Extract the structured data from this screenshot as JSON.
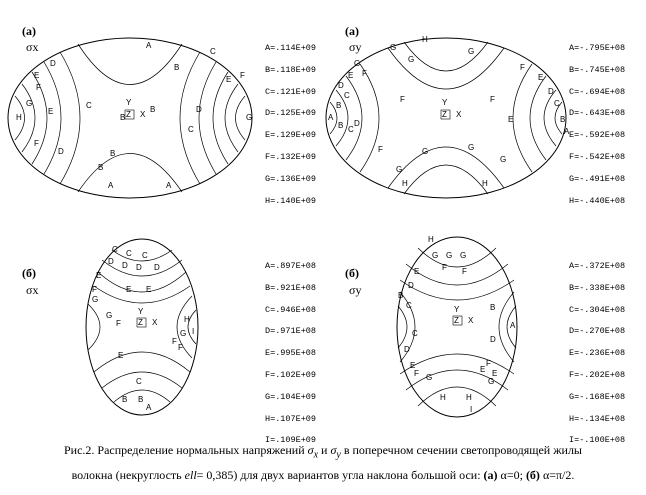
{
  "figure": {
    "panels": [
      {
        "label": "(а)",
        "component": "σx",
        "legend": [
          "A=.114E+09",
          "B=.118E+09",
          "C=.121E+09",
          "D=.125E+09",
          "E=.129E+09",
          "F=.132E+09",
          "G=.136E+09",
          "H=.140E+09"
        ]
      },
      {
        "label": "(а)",
        "component": "σy",
        "legend": [
          "A=-.795E+08",
          "B=-.745E+08",
          "C=-.694E+08",
          "D=-.643E+08",
          "E=-.592E+08",
          "F=-.542E+08",
          "G=-.491E+08",
          "H=-.440E+08"
        ]
      },
      {
        "label": "(б)",
        "component": "σx",
        "legend": [
          "A=.897E+08",
          "B=.921E+08",
          "C=.946E+08",
          "D=.971E+08",
          "E=.995E+08",
          "F=.102E+09",
          "G=.104E+09",
          "H=.107E+09",
          "I=.109E+09"
        ]
      },
      {
        "label": "(б)",
        "component": "σy",
        "legend": [
          "A=-.372E+08",
          "B=-.338E+08",
          "C=-.304E+08",
          "D=-.270E+08",
          "E=-.236E+08",
          "F=-.202E+08",
          "G=-.168E+08",
          "H=-.134E+08",
          "I=-.100E+08"
        ]
      }
    ],
    "axis_triad": {
      "y": "Y",
      "z": "Z",
      "x": "X"
    },
    "caption": {
      "line1_a": "Рис.2. Распределение нормальных напряжений",
      "sym_x": "σ",
      "sub_x": "x",
      "and": "и",
      "sym_y": "σ",
      "sub_y": "y",
      "line1_b": "в поперечном сечении светопроводящей жилы",
      "line2_a": "волокна (некруглость",
      "ell": "ell",
      "line2_b": "= 0,385) для двух вариантов угла наклона большой оси:",
      "opt_a": "(а)",
      "val_a": "α=0;",
      "opt_b": "(б)",
      "val_b": "α=π/2."
    }
  }
}
